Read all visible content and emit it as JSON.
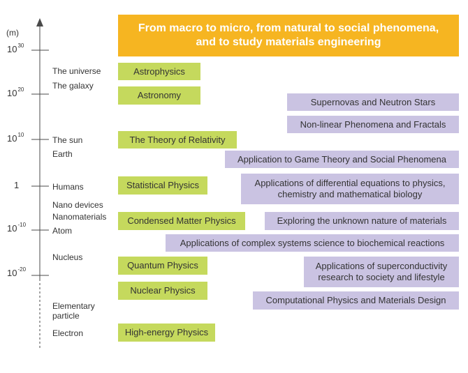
{
  "title": {
    "line1": "From macro to micro, from natural to social phenomena,",
    "line2": "and to study materials engineering"
  },
  "axis": {
    "unit": "(m)",
    "ticks": [
      {
        "base": "10",
        "exp": "30"
      },
      {
        "base": "10",
        "exp": "20"
      },
      {
        "base": "10",
        "exp": "10"
      },
      {
        "base": "1",
        "exp": ""
      },
      {
        "base": "10",
        "exp": "-10"
      },
      {
        "base": "10",
        "exp": "-20"
      }
    ]
  },
  "objects": {
    "universe": "The universe",
    "galaxy": "The galaxy",
    "sun": "The sun",
    "earth": "Earth",
    "humans": "Humans",
    "nano_devices": "Nano devices",
    "nanomaterials": "Nanomaterials",
    "atom": "Atom",
    "nucleus": "Nucleus",
    "elementary_1": "Elementary",
    "elementary_2": "particle",
    "electron": "Electron"
  },
  "fields": {
    "astrophysics": "Astrophysics",
    "astronomy": "Astronomy",
    "relativity": "The Theory of Relativity",
    "statistical": "Statistical Physics",
    "condensed": "Condensed Matter Physics",
    "quantum": "Quantum Physics",
    "nuclear": "Nuclear Physics",
    "high_energy": "High-energy Physics"
  },
  "applications": {
    "supernovas": "Supernovas and Neutron Stars",
    "nonlinear": "Non-linear Phenomena and Fractals",
    "game_theory": "Application to Game Theory and Social Phenomena",
    "diff_eq_1": "Applications of differential equations to physics,",
    "diff_eq_2": "chemistry and mathematical biology",
    "unknown": "Exploring the unknown nature of materials",
    "complex": "Applications of complex systems science to biochemical reactions",
    "supercond_1": "Applications of superconductivity",
    "supercond_2": "research to society and lifestyle",
    "computational": "Computational Physics and Materials Design"
  },
  "colors": {
    "title_bg": "#f6b521",
    "field_bg": "#c5d95d",
    "application_bg": "#cac3e2",
    "axis": "#4a4a4a"
  }
}
